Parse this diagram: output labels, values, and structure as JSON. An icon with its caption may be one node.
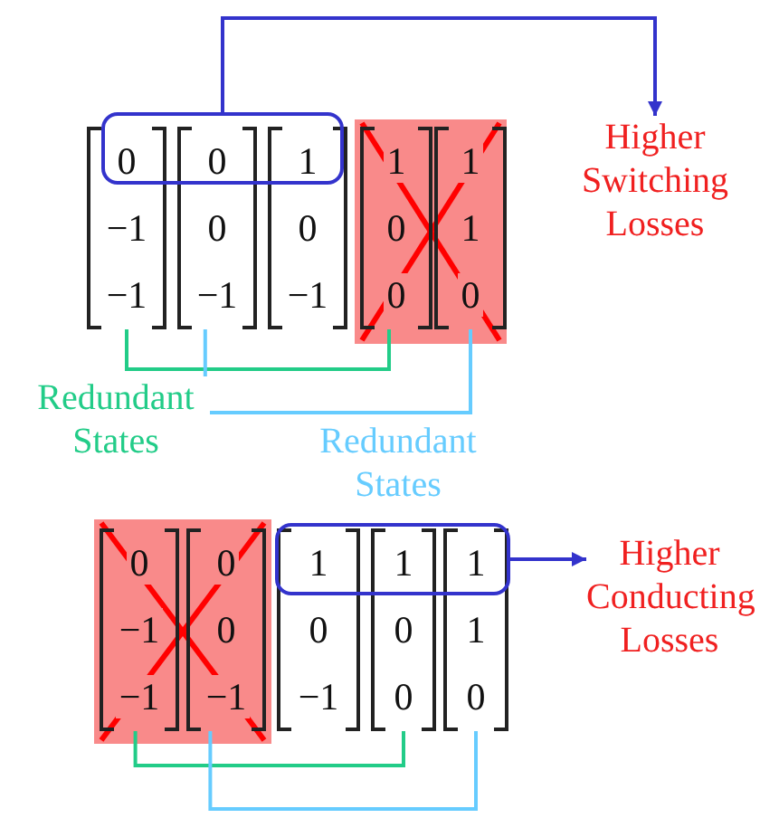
{
  "diagram": {
    "nodes": [
      {
        "text": [
          "0",
          "−1",
          "−1"
        ]
      },
      {
        "text": [
          "0",
          "0",
          "−1"
        ]
      },
      {
        "text": [
          "1",
          "0",
          "−1"
        ]
      },
      {
        "text": [],
        "shape": "box"
      },
      {
        "text": [
          "1",
          "0",
          "0"
        ],
        "in": 3
      },
      {
        "text": [
          "1",
          "1",
          "0"
        ],
        "in": 3
      },
      {
        "text": [],
        "shape": "box"
      },
      {
        "text": [
          "Higher Switching Losses"
        ]
      },
      {
        "text": [],
        "shape": "box"
      },
      {
        "text": [
          "0",
          "−1",
          "−1"
        ],
        "in": 8
      },
      {
        "text": [
          "0",
          "0",
          "−1"
        ],
        "in": 8
      },
      {
        "text": [
          "1",
          "0",
          "−1"
        ]
      },
      {
        "text": [
          "1",
          "0",
          "0"
        ]
      },
      {
        "text": [
          "1",
          "1",
          "0"
        ]
      },
      {
        "text": [],
        "shape": "box"
      },
      {
        "text": [
          "Higher Conducting Losses"
        ]
      }
    ],
    "edges": [
      {
        "from": 6,
        "to": 7,
        "arrow": "to",
        "color": "#3333cc"
      },
      {
        "from": 0,
        "to": 4,
        "arrow": "none",
        "label": "Redundant States",
        "color": "#22cc88"
      },
      {
        "from": 1,
        "to": 5,
        "arrow": "none",
        "label": "Redundant States",
        "color": "#66ccff"
      },
      {
        "from": 14,
        "to": 15,
        "arrow": "to",
        "color": "#3333cc"
      },
      {
        "from": 9,
        "to": 12,
        "arrow": "none",
        "color": "#22cc88"
      },
      {
        "from": 10,
        "to": 13,
        "arrow": "none",
        "color": "#66ccff"
      }
    ]
  }
}
